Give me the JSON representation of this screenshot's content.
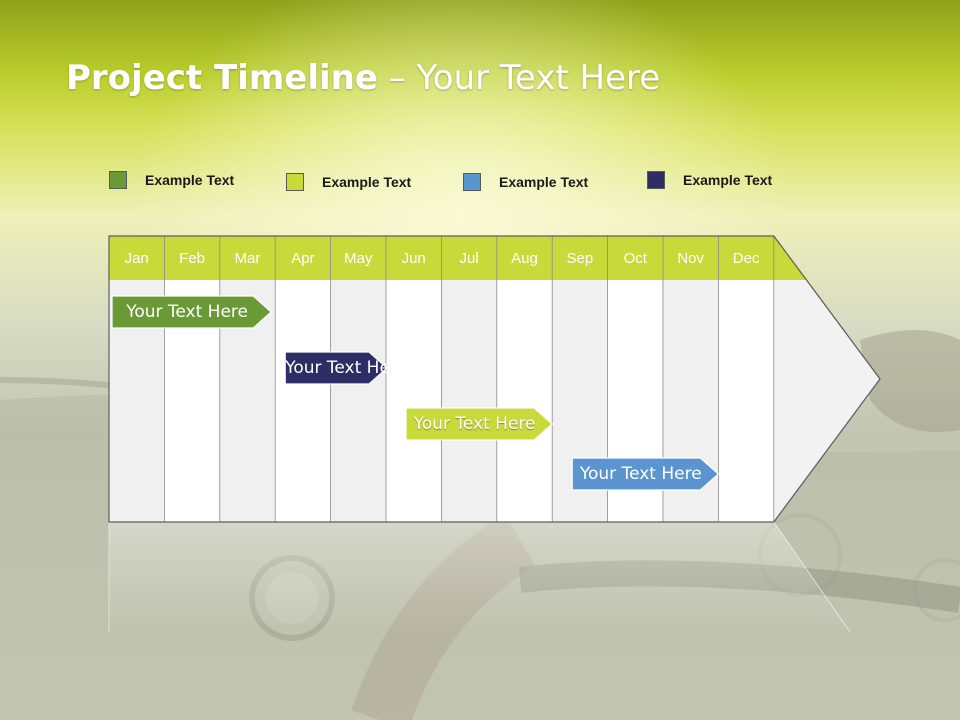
{
  "slide": {
    "title_bold": "Project Timeline",
    "title_rest": " – Your Text Here"
  },
  "legend": [
    {
      "label": "Example Text",
      "color": "#6a9a36"
    },
    {
      "label": "Example Text",
      "color": "#c8d93a"
    },
    {
      "label": "Example Text",
      "color": "#5b95cf"
    },
    {
      "label": "Example Text",
      "color": "#2e2e66"
    }
  ],
  "timeline": {
    "months": [
      "Jan",
      "Feb",
      "Mar",
      "Apr",
      "May",
      "Jun",
      "Jul",
      "Aug",
      "Sep",
      "Oct",
      "Nov",
      "Dec"
    ],
    "header_color": "#c8d93a",
    "bars": [
      {
        "label": "Your  Text Here",
        "color": "#6a9a36",
        "start_month": "Jan",
        "end_month": "Apr"
      },
      {
        "label": "Your  Text Here",
        "color": "#2e2e66",
        "start_month": "Apr",
        "end_month": "Jun"
      },
      {
        "label": "Your  Text Here",
        "color": "#c8d93a",
        "start_month": "Jun",
        "end_month": "Sep"
      },
      {
        "label": "Your  Text Here",
        "color": "#5b95cf",
        "start_month": "Sep",
        "end_month": "Dec"
      }
    ]
  }
}
